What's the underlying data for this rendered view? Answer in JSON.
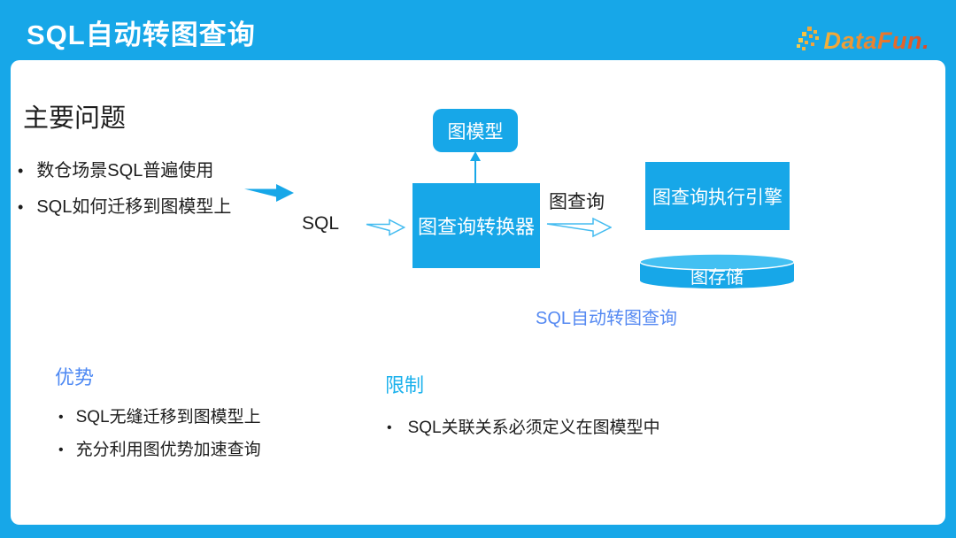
{
  "slide": {
    "title": "SQL自动转图查询",
    "logo": {
      "text": "DataFun."
    },
    "heading": "主要问题",
    "problem_bullets": [
      "数仓场景SQL普遍使用",
      "SQL如何迁移到图模型上"
    ],
    "diagram": {
      "graph_model_label": "图模型",
      "converter_label": "图查询转换器",
      "engine_label": "图查询执行引擎",
      "storage_label": "图存储",
      "sql_label": "SQL",
      "graph_query_label": "图查询",
      "caption": "SQL自动转图查询"
    },
    "advantages": {
      "heading": "优势",
      "bullets": [
        "SQL无缝迁移到图模型上",
        "充分利用图优势加速查询"
      ]
    },
    "limitations": {
      "heading": "限制",
      "bullets": [
        "SQL关联关系必须定义在图模型中"
      ]
    },
    "colors": {
      "accent_cyan": "#17A7E8",
      "cylinder_top_cyan": "#43C0F2",
      "hollow_arrow_stroke": "#45BCF0",
      "caption_blue": "#5589F2",
      "limit_cyan": "#1BB1EC",
      "logo_orange_start": "#F2B33C",
      "logo_orange_end": "#D9482A",
      "text_black": "#1d1d1d"
    }
  }
}
